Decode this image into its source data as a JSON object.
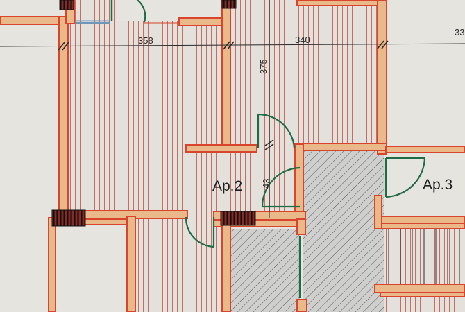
{
  "dimensions": {
    "width_left": "358",
    "width_right": "340",
    "height_mid": "375",
    "door_small": "43",
    "far_right": "33"
  },
  "rooms": {
    "ap2": "Ap.2",
    "ap3": "Ap.3"
  },
  "colors": {
    "paper": "#e6e4df",
    "wall_outline": "#d9442c",
    "wall_fill": "#e9b98a",
    "hatch_lines": "#b65a4b",
    "cross_hatch": "#4a4a4a",
    "door": "#1f6b46",
    "window": "#6e96b8",
    "column": "#1a1a1a"
  }
}
